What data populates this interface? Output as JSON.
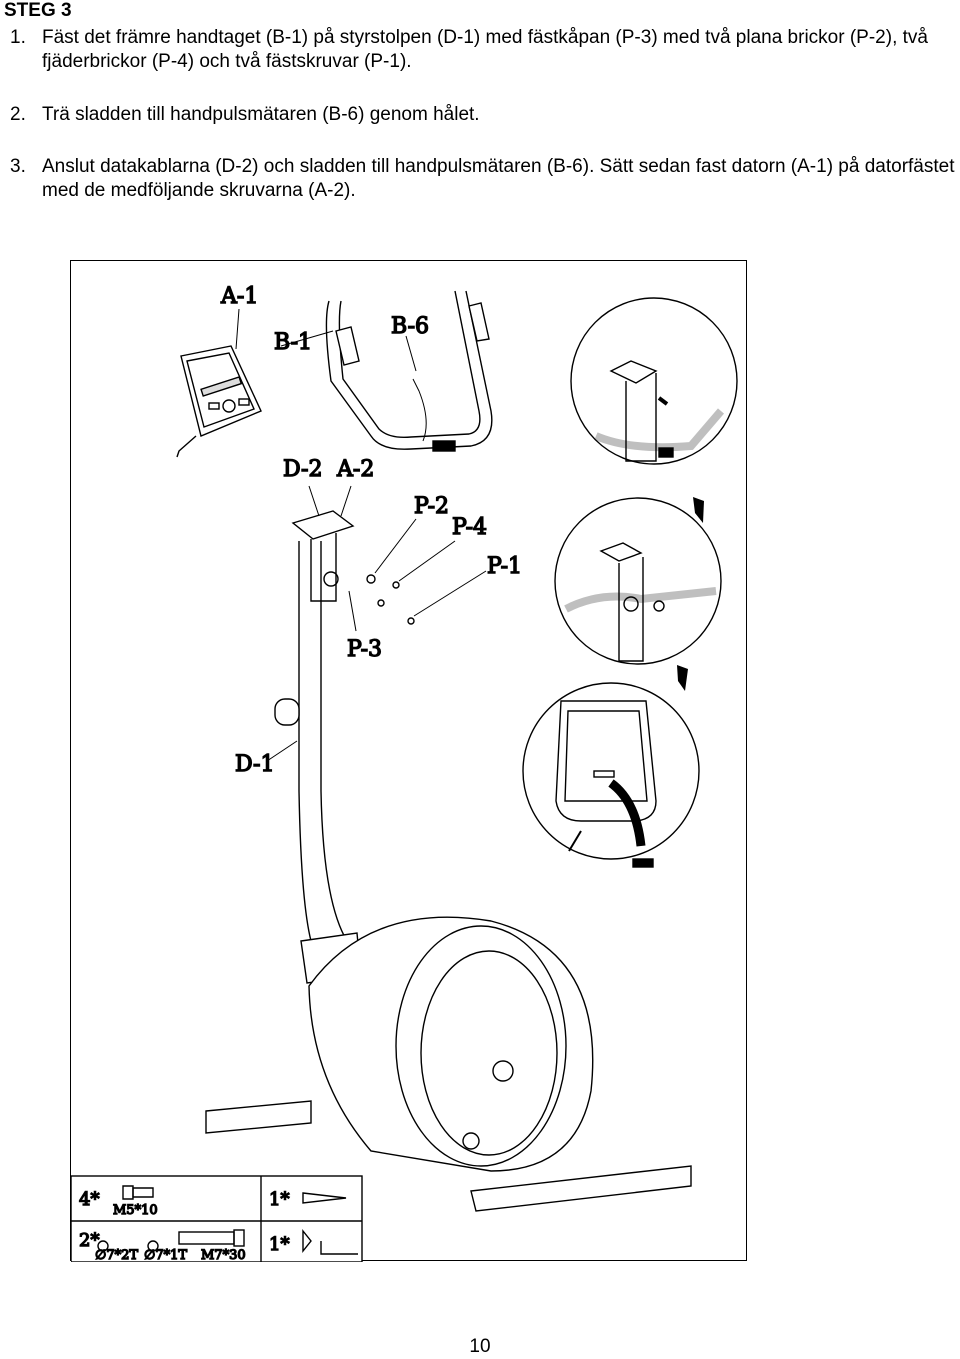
{
  "page": {
    "heading": "STEG 3",
    "page_number": "10"
  },
  "steps": [
    {
      "num": "1.",
      "text": "Fäst det främre handtaget (B-1) på styrstolpen (D-1) med fästkåpan (P-3) med två plana brickor (P-2), två fjäderbrickor (P-4) och två fästskruvar (P-1)."
    },
    {
      "num": "2.",
      "text": "Trä sladden till handpulsmätaren (B-6) genom hålet."
    },
    {
      "num": "3.",
      "text": "Anslut datakablarna (D-2) och sladden till handpulsmätaren (B-6). Sätt sedan fast datorn (A-1) på datorfästet med de medföljande skruvarna (A-2)."
    }
  ],
  "figure": {
    "part_labels": {
      "a1": "A-1",
      "b1": "B-1",
      "b6": "B-6",
      "d2": "D-2",
      "a2": "A-2",
      "p2": "P-2",
      "p4": "P-4",
      "p1": "P-1",
      "p3": "P-3",
      "d1": "D-1"
    },
    "parts_box": {
      "qty_screw": "4*",
      "screw_size": "M5*10",
      "qty_washers": "2*",
      "washer_flat": "∅7*2T",
      "washer_spring": "∅7*1T",
      "bolt_size": "M7*30",
      "qty_wrench": "1*",
      "qty_allen": "1*"
    }
  }
}
